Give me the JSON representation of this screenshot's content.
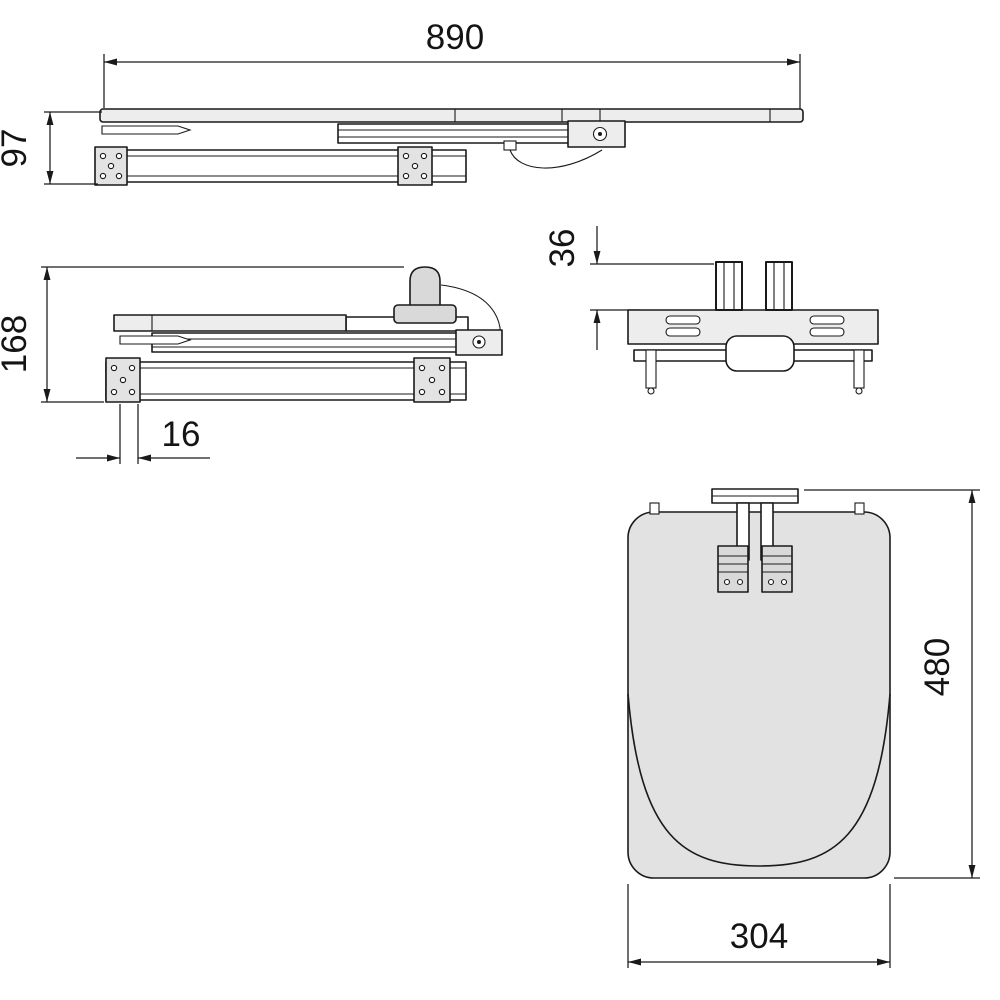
{
  "colors": {
    "background": "#ffffff",
    "line": "#1a1a1a",
    "part_fill": "#ededed",
    "bracket_fill": "#e3e3e3",
    "block_fill": "#d9d9d9",
    "board_fill": "#e2e2e2"
  },
  "dimensions": {
    "overall_width": "890",
    "folded_height": "97",
    "extended_height": "168",
    "bracket_offset": "16",
    "hook_height": "36",
    "board_length": "480",
    "board_width": "304"
  }
}
